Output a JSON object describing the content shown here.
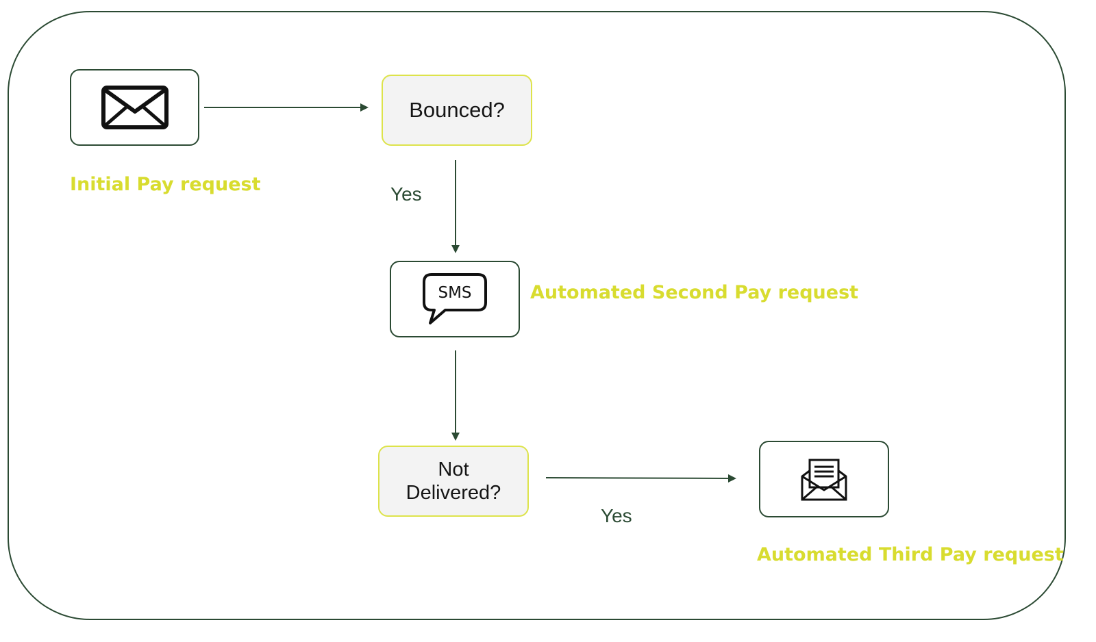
{
  "nodes": {
    "initial_icon": "envelope-icon",
    "bounced": "Bounced?",
    "sms_icon": "sms-bubble-icon",
    "sms_text": "SMS",
    "not_delivered_line1": "Not",
    "not_delivered_line2": "Delivered?",
    "third_icon": "open-letter-icon"
  },
  "labels": {
    "initial": "Initial Pay request",
    "second": "Automated Second Pay request",
    "third": "Automated Third Pay request"
  },
  "edges": {
    "bounced_yes": "Yes",
    "not_delivered_yes": "Yes"
  },
  "colors": {
    "border_dark": "#2b4a33",
    "accent_yellow": "#d8dc2f",
    "decision_fill": "#f3f3f3"
  }
}
